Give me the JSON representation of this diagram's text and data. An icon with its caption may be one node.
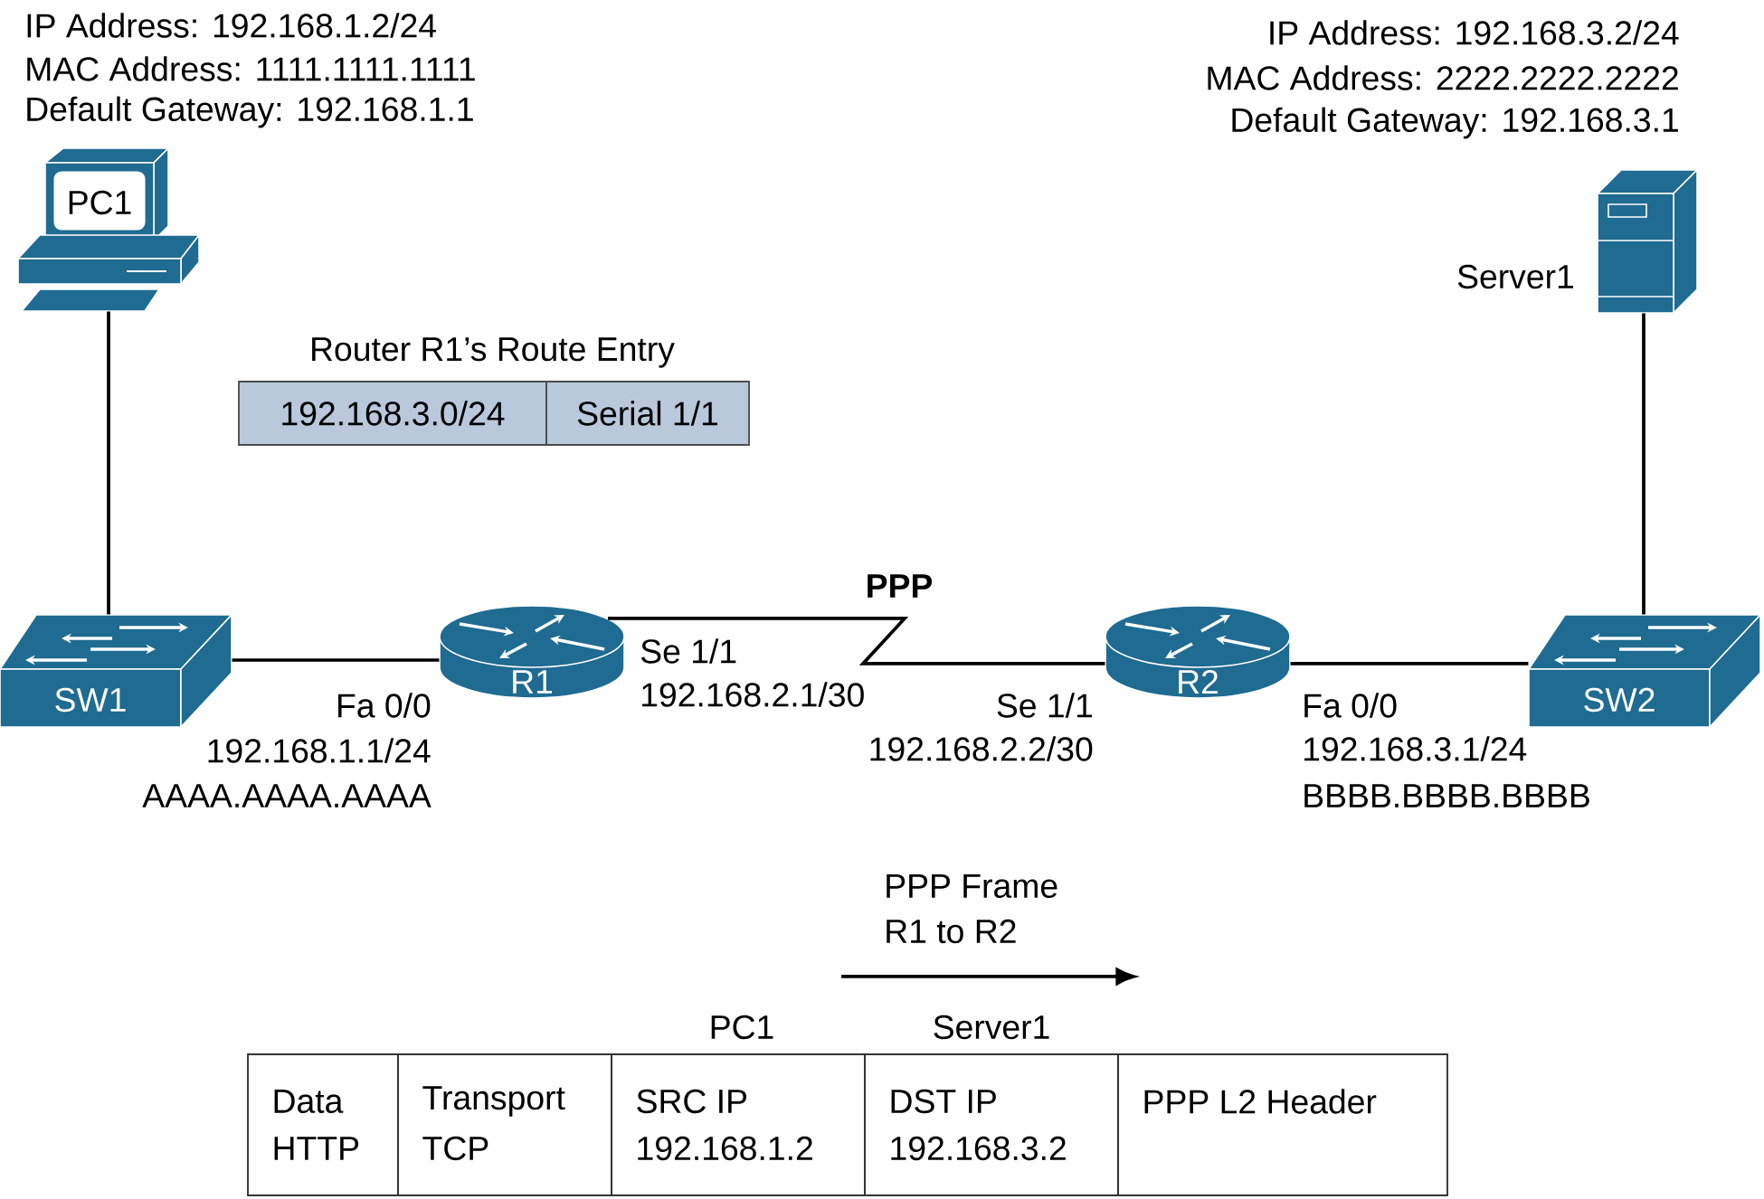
{
  "diagram": {
    "nodes": [
      {
        "text": [
          "PC1"
        ],
        "beside": [
          "IP Address: 192.168.1.2/24",
          "MAC Address: 1111.1111.1111",
          "Default Gateway: 192.168.1.1"
        ]
      },
      {
        "text": [
          "SW1"
        ]
      },
      {
        "text": [
          "R1"
        ]
      },
      {
        "text": [
          "R2"
        ]
      },
      {
        "text": [
          "SW2"
        ]
      },
      {
        "text": [],
        "shape": "server",
        "beside": [
          "IP Address: 192.168.3.2/24",
          "MAC Address: 2222.2222.2222",
          "Default Gateway: 192.168.3.1",
          "Server1"
        ]
      }
    ],
    "edges": [
      {
        "from": 0,
        "to": 1,
        "arrow": "none"
      },
      {
        "from": 1,
        "to": 2,
        "arrow": "none"
      },
      {
        "from": 2,
        "to": 3,
        "arrow": "none",
        "label": "PPP"
      },
      {
        "from": 3,
        "to": 4,
        "arrow": "none"
      },
      {
        "from": 4,
        "to": 5,
        "arrow": "none"
      }
    ],
    "labels": [
      "Router R1’s Route Entry",
      "192.168.3.0/24",
      "Serial 1/1",
      "Se 1/1",
      "192.168.2.1/30",
      "Fa 0/0",
      "192.168.1.1/24",
      "AAAA.AAAA.AAAA",
      "Se 1/1",
      "192.168.2.2/30",
      "Fa 0/0",
      "192.168.3.1/24",
      "BBBB.BBBB.BBBB",
      "PPP Frame",
      "R1 to R2",
      "PC1",
      "Server1",
      "Data",
      "HTTP",
      "Transport",
      "TCP",
      "SRC IP",
      "192.168.1.2",
      "DST IP",
      "192.168.3.2",
      "PPP L2 Header"
    ]
  }
}
